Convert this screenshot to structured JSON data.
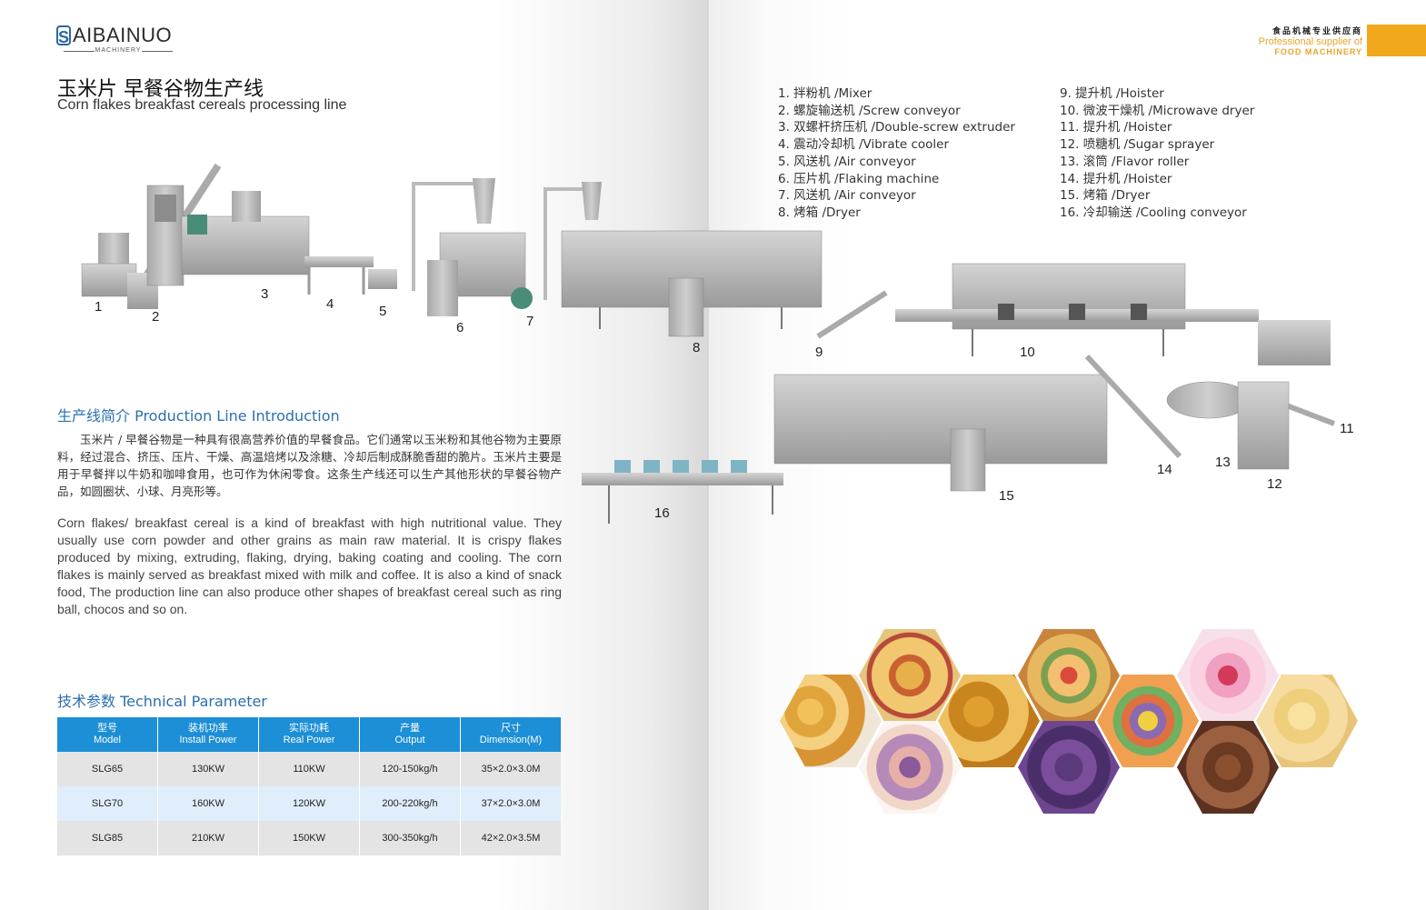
{
  "brand": {
    "name": "AIBAINUO",
    "mark": "S",
    "sub": "MACHINERY"
  },
  "title": {
    "cn": "玉米片 早餐谷物生产线",
    "en": "Corn flakes breakfast cereals processing line"
  },
  "supplier": {
    "cn": "食品机械专业供应商",
    "en1": "Professional supplier of",
    "en2": "FOOD MACHINERY",
    "accent": "#f2a81b"
  },
  "components_left": [
    "1. 拌粉机 /Mixer",
    "2. 螺旋输送机 /Screw conveyor",
    "3. 双螺杆挤压机 /Double-screw extruder",
    "4. 震动冷却机 /Vibrate cooler",
    "5. 风送机 /Air conveyor",
    "6. 压片机 /Flaking machine",
    "7. 风送机 /Air conveyor",
    "8. 烤箱 /Dryer"
  ],
  "components_right": [
    "9. 提升机 /Hoister",
    "10. 微波干燥机 /Microwave dryer",
    "11. 提升机 /Hoister",
    "12. 喷糖机 /Sugar sprayer",
    "13. 滚筒 /Flavor roller",
    "14. 提升机 /Hoister",
    "15. 烤箱 /Dryer",
    "16. 冷却输送 /Cooling conveyor"
  ],
  "machine_labels": [
    "1",
    "2",
    "3",
    "4",
    "5",
    "6",
    "7",
    "8",
    "9",
    "10",
    "11",
    "12",
    "13",
    "14",
    "15",
    "16"
  ],
  "intro": {
    "heading": "生产线简介 Production Line Introduction",
    "cn": "玉米片 / 早餐谷物是一种具有很高营养价值的早餐食品。它们通常以玉米粉和其他谷物为主要原料，经过混合、挤压、压片、干燥、高温焙烤以及涂糖、冷却后制成酥脆香甜的脆片。玉米片主要是用于早餐拌以牛奶和咖啡食用，也可作为休闲零食。这条生产线还可以生产其他形状的早餐谷物产品，如圆圈状、小球、月亮形等。",
    "en": "Corn flakes/ breakfast cereal is a kind of breakfast with high nutritional value. They usually use corn powder and other grains as main raw material. It is crispy flakes produced by mixing, extruding, flaking, drying, baking coating and cooling. The corn flakes is mainly served as breakfast mixed with milk and coffee. It is also a kind of snack food, The production line can also produce other shapes of breakfast cereal such as ring ball, chocos and so on."
  },
  "tech": {
    "heading": "技术参数 Technical Parameter",
    "headers": [
      {
        "cn": "型号",
        "en": "Model"
      },
      {
        "cn": "装机功率",
        "en": "Install Power"
      },
      {
        "cn": "实际功耗",
        "en": "Real Power"
      },
      {
        "cn": "产量",
        "en": "Output"
      },
      {
        "cn": "尺寸",
        "en": "Dimension(M)"
      }
    ],
    "rows": [
      [
        "SLG65",
        "130KW",
        "110KW",
        "120-150kg/h",
        "35×2.0×3.0M"
      ],
      [
        "SLG70",
        "160KW",
        "120KW",
        "200-220kg/h",
        "37×2.0×3.0M"
      ],
      [
        "SLG85",
        "210KW",
        "150KW",
        "300-350kg/h",
        "42×2.0×3.5M"
      ]
    ],
    "header_color": "#1d8fd6"
  }
}
